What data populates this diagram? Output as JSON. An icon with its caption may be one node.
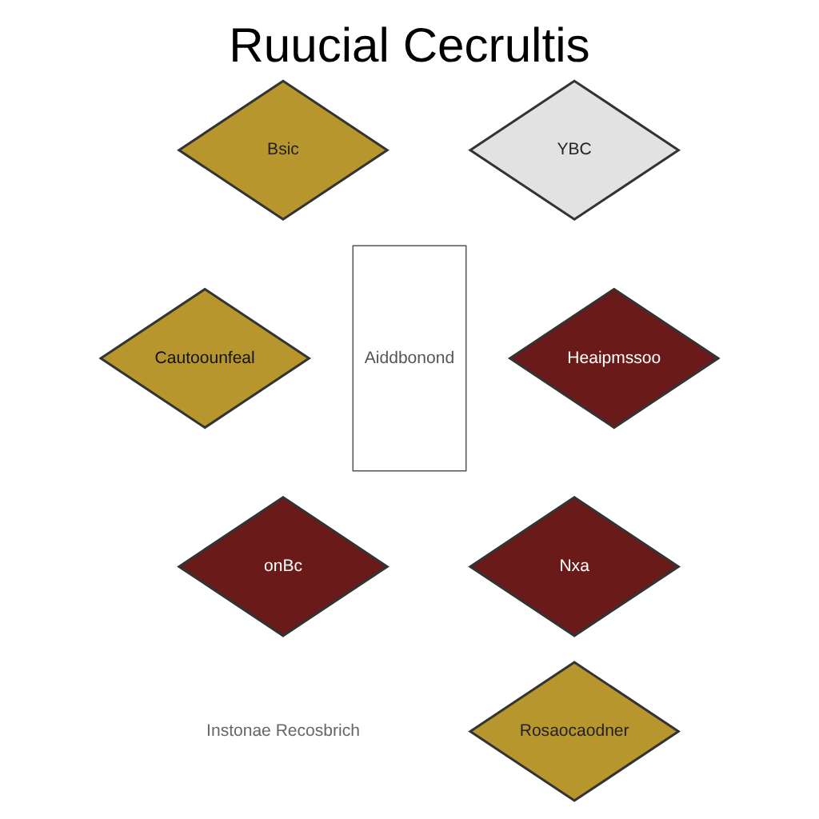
{
  "diagram": {
    "title": "Ruucial Cecrultis",
    "nodes": [
      {
        "text": [
          "Bsic"
        ]
      },
      {
        "text": [
          "YBC"
        ]
      },
      {
        "text": [
          "Cautoounfeal"
        ]
      },
      {
        "text": [
          "Aiddbonond"
        ]
      },
      {
        "text": [
          "Heaipmssoo"
        ]
      },
      {
        "text": [
          "onBc"
        ]
      },
      {
        "text": [
          "Nxa"
        ]
      },
      {
        "text": [
          "Rosaocaodner"
        ]
      }
    ],
    "labels": [
      "Instonae Recosbrich"
    ]
  }
}
